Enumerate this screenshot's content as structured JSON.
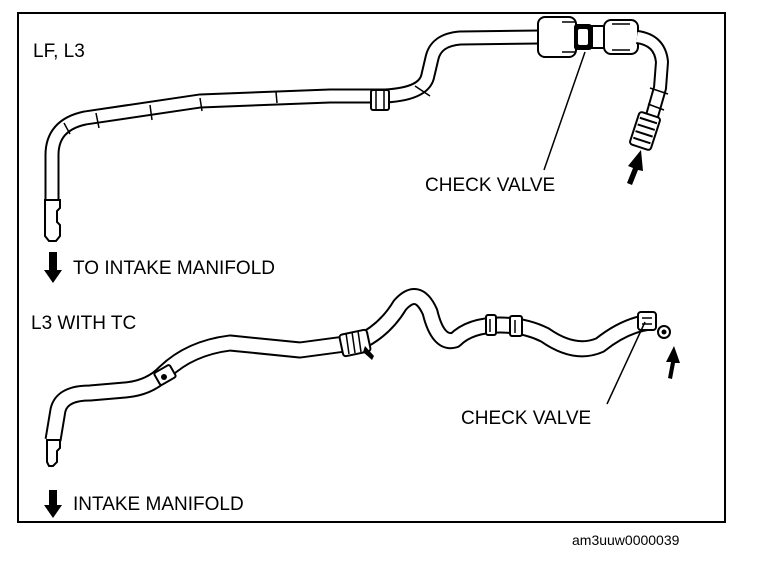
{
  "upper": {
    "variant": "LF, L3",
    "valve_label": "CHECK VALVE",
    "outlet_label": "TO INTAKE MANIFOLD"
  },
  "lower": {
    "variant": "L3 WITH TC",
    "valve_label": "CHECK VALVE",
    "outlet_label": "INTAKE MANIFOLD"
  },
  "figure_code": "am3uuw0000039"
}
